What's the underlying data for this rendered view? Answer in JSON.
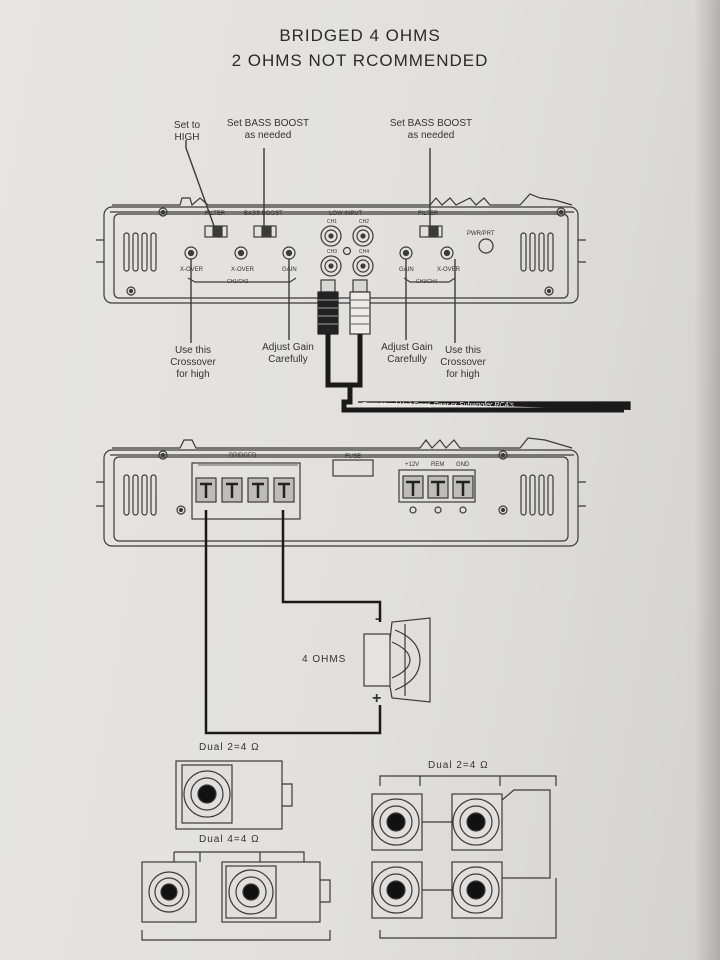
{
  "header": {
    "title_line1": "BRIDGED 4 OHMS",
    "title_line2": "2 OHMS NOT  RCOMMENDED"
  },
  "top_annotations": {
    "set_high": [
      "Set to",
      "HIGH"
    ],
    "bass_left": [
      "Set BASS BOOST",
      "as needed"
    ],
    "bass_right": [
      "Set BASS BOOST",
      "as needed"
    ],
    "xover_left": [
      "Use this",
      "Crossover",
      "for high"
    ],
    "gain_left": [
      "Adjust Gain",
      "Carefully"
    ],
    "gain_right": [
      "Adjust Gain",
      "Carefully"
    ],
    "xover_right": [
      "Use this",
      "Crossover",
      "for high"
    ]
  },
  "amp_top": {
    "filter_left": "FILTER",
    "bass_boost": "BASS BOOST",
    "low_input": "LOW INPUT",
    "filter_right": "FILTER",
    "pwr_prt": "PWR/PRT",
    "ch1": "CH1",
    "ch2": "CH2",
    "ch3": "CH3",
    "ch4": "CH4",
    "xover1": "X-OVER",
    "xover2": "X-OVER",
    "gain1": "GAIN",
    "gain2": "GAIN",
    "xover3": "X-OVER",
    "ch12": "CH1/CH2",
    "ch34": "CH3/CH4"
  },
  "rca_cable_label": "From Head Unit Front, Rear or Subwoofer RCA's",
  "amp_bottom": {
    "bridged": "BRIDGED",
    "fuse": "FUSE",
    "plus12v": "+12V",
    "rem": "REM",
    "gnd": "GND"
  },
  "speaker": {
    "label": "4 OHMS",
    "minus": "-",
    "plus": "+"
  },
  "examples": {
    "dual_2_4_left": "Dual 2=4  Ω",
    "dual_4_4": "Dual 4=4  Ω",
    "dual_2_4_right": "Dual 2=4  Ω"
  }
}
